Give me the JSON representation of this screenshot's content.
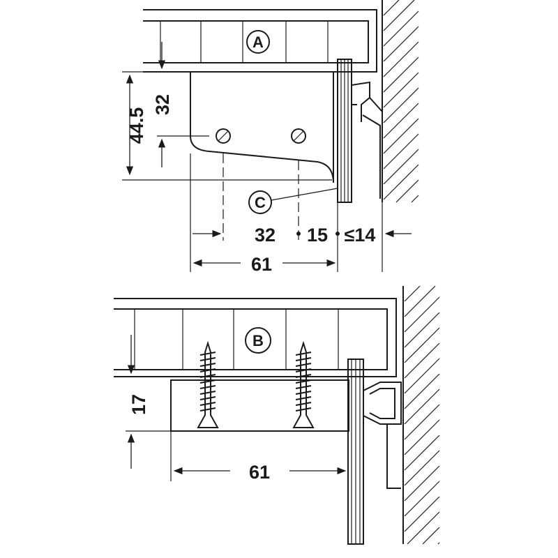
{
  "detail_top": {
    "callout_a": "A",
    "callout_c": "C",
    "dim_height_total": "44.5",
    "dim_height_inner": "32",
    "dim_offset": "32",
    "dim_gap": "15",
    "dim_max": "≤14",
    "dim_width": "61"
  },
  "detail_bottom": {
    "callout_b": "B",
    "dim_height": "17",
    "dim_width": "61"
  }
}
